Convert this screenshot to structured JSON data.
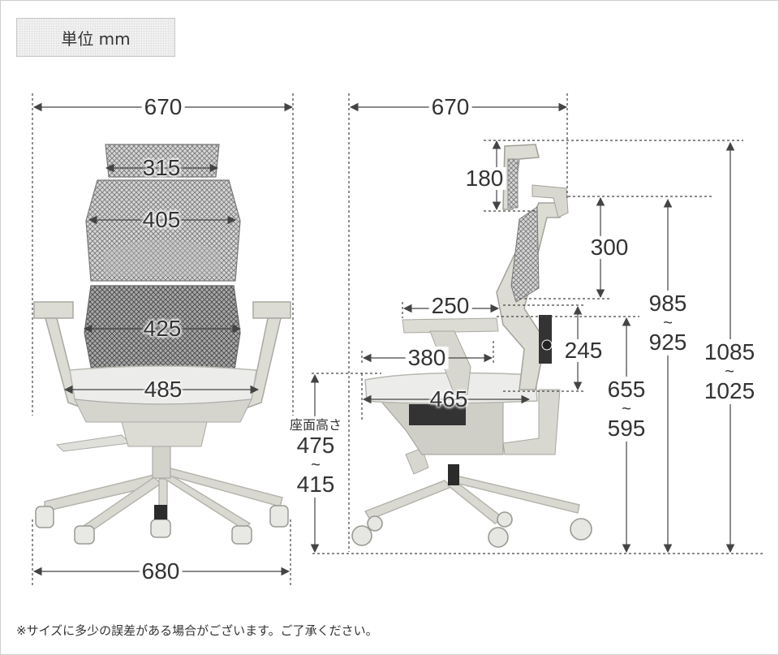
{
  "unit": {
    "label": "単位 mm"
  },
  "front": {
    "overall_width": "670",
    "headrest_width": "315",
    "backrest_upper_width": "405",
    "backrest_lower_width": "425",
    "seat_width": "485",
    "base_width": "680",
    "seat_height": {
      "caption": "座面高さ",
      "max": "475",
      "tilde": "~",
      "min": "415"
    }
  },
  "side": {
    "overall_depth": "670",
    "headrest_adjust": "180",
    "backrest_height": "300",
    "armrest_depth": "250",
    "armrest_height_adjust": "245",
    "seat_to_back": "380",
    "seat_depth": "465",
    "arm_height": {
      "max": "655",
      "tilde": "~",
      "min": "595"
    },
    "back_height": {
      "max": "985",
      "tilde": "~",
      "min": "925"
    },
    "total_height": {
      "max": "1085",
      "tilde": "~",
      "min": "1025"
    }
  },
  "note": "※サイズに多少の誤差がある場合がございます。ご了承ください。"
}
